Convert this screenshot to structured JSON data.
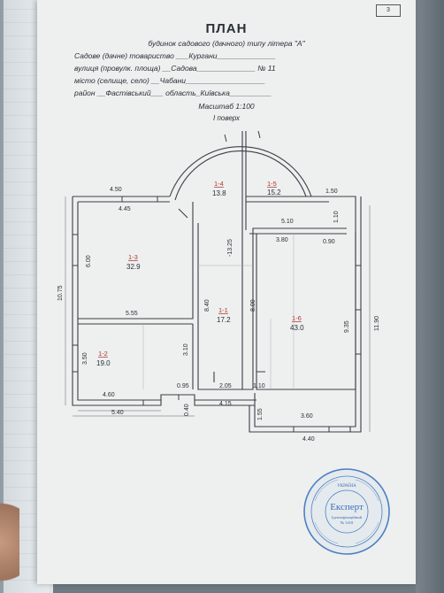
{
  "page_number": "3",
  "title": "ПЛАН",
  "subtitle": "будинок садового (дачного) типу літера \"А\"",
  "fields": [
    "Садове (дачне) товариство ___Кургани______________",
    "вулиця (провулк. площа) __Садова______________ № 11",
    "місто (селище, село) __Чабани___________________",
    "район __Фастівський___ область_Київська__________"
  ],
  "scale": "Масштаб 1:100",
  "floor": "І поверх",
  "rooms": [
    {
      "id": "1-1",
      "area": "17.2"
    },
    {
      "id": "1-2",
      "area": "19.0"
    },
    {
      "id": "1-3",
      "area": "32.9"
    },
    {
      "id": "1-4",
      "area": "13.8"
    },
    {
      "id": "1-5",
      "area": "15.2"
    },
    {
      "id": "1-6",
      "area": "43.0"
    }
  ],
  "dimensions": {
    "d450": "4.50",
    "d445": "4.45",
    "d150": "1.50",
    "d510": "5.10",
    "d110v": "1.10",
    "d380": "3.80",
    "d090": "0.90",
    "d1325": "-13.25",
    "d600": "6.00",
    "d1075": "10.75",
    "d840": "8.40",
    "d800": "8.00",
    "d935": "9.35",
    "d1190": "11.90",
    "d555": "5.55",
    "d310": "3.10",
    "d350": "3.50",
    "d460": "4.60",
    "d095": "0.95",
    "d205": "2.05",
    "d110": "1.10",
    "d540": "5.40",
    "d040": "0.40",
    "d415": "4.15",
    "d155": "1.55",
    "d360": "3.60",
    "d440": "4.40"
  },
  "stamp": {
    "center": "Експерт",
    "line1": "Ідентифікаційний",
    "line2": "№ 3418",
    "top_small": "УКРАЇНА"
  },
  "colors": {
    "ink": "#2a2f38",
    "room_id": "#b3372f",
    "stamp": "#3a6fb8"
  }
}
